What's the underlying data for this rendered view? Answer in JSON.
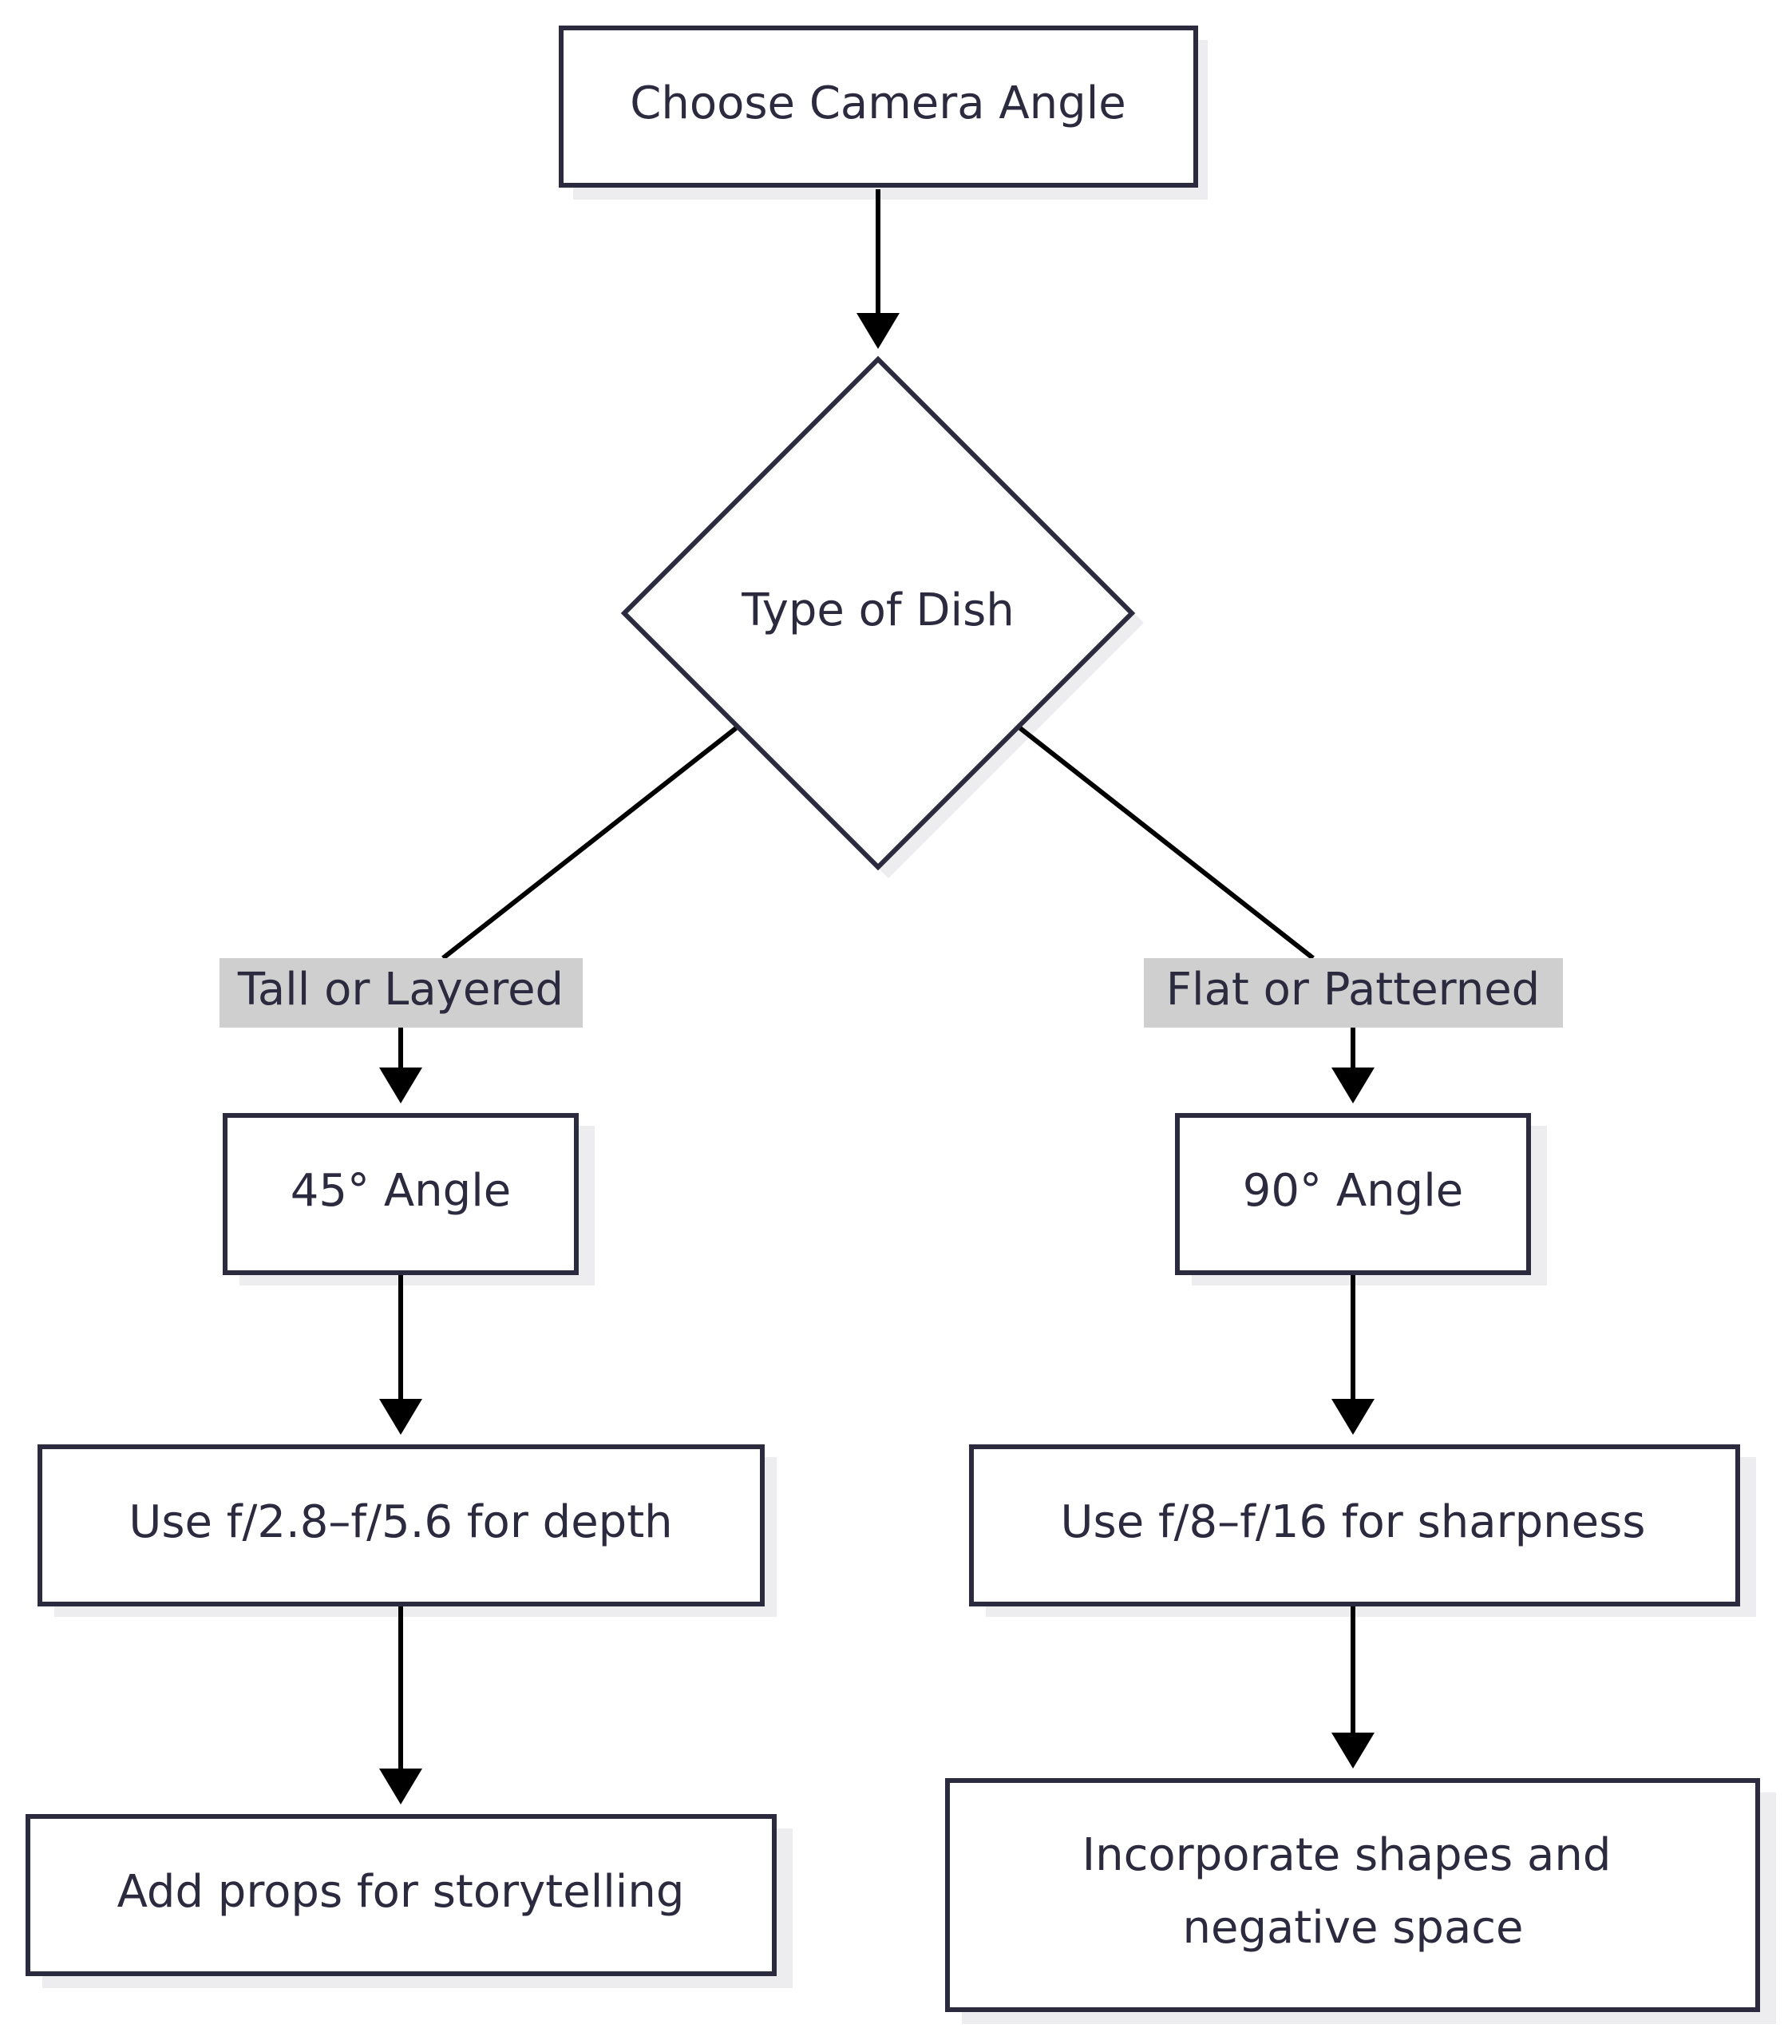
{
  "nodes": {
    "choose_camera_angle": "Choose Camera Angle",
    "type_of_dish": "Type of Dish",
    "angle_45": "45° Angle",
    "angle_90": "90° Angle",
    "aperture_depth": "Use f/2.8–f/5.6 for depth",
    "aperture_sharpness": "Use f/8–f/16 for sharpness",
    "add_props": "Add props for storytelling",
    "incorporate_line1": "Incorporate shapes and",
    "incorporate_line2": "negative space"
  },
  "edge_labels": {
    "tall_layered": "Tall or Layered",
    "flat_patterned": "Flat or Patterned"
  },
  "colors": {
    "node_stroke": "#2b2a3f",
    "node_fill": "#ffffff",
    "shadow": "#ededef",
    "edge": "#000000",
    "label_background": "#cfcfcf",
    "text": "#2b2a3f"
  }
}
